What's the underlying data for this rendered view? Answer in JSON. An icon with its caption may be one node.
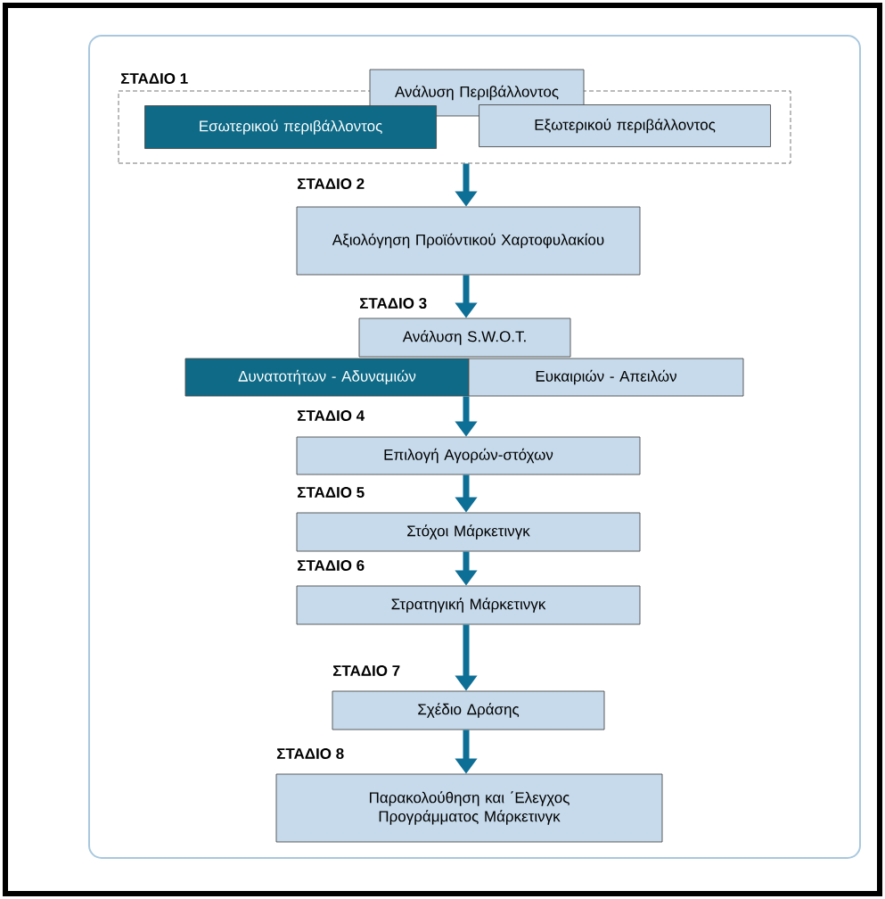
{
  "diagram": {
    "nodes": [
      {
        "text": [
          "Ανάλυση Περιβάλλοντος"
        ]
      },
      {
        "text": [],
        "shape": "box",
        "beside": [
          "ΣΤΑΔΙΟ 1"
        ]
      },
      {
        "text": [
          "Εσωτερικού περιβάλλοντος"
        ],
        "in": 1
      },
      {
        "text": [
          "Εξωτερικού περιβάλλοντος"
        ],
        "in": 1
      },
      {
        "text": [
          "Αξιολόγηση Προϊόντικού Χαρτοφυλακίου"
        ],
        "beside": [
          "ΣΤΑΔΙΟ 2"
        ]
      },
      {
        "text": [
          "Ανάλυση S.W.O.T."
        ],
        "beside": [
          "ΣΤΑΔΙΟ 3"
        ]
      },
      {
        "text": [
          "Δυνατοτήτων - Αδυναμιών"
        ]
      },
      {
        "text": [
          "Ευκαιριών - Απειλών"
        ]
      },
      {
        "text": [
          "Επιλογή Αγορών-στόχων"
        ],
        "beside": [
          "ΣΤΑΔΙΟ 4"
        ]
      },
      {
        "text": [
          "Στόχοι Μάρκετινγκ"
        ],
        "beside": [
          "ΣΤΑΔΙΟ 5"
        ]
      },
      {
        "text": [
          "Στρατηγική Μάρκετινγκ"
        ],
        "beside": [
          "ΣΤΑΔΙΟ 6"
        ]
      },
      {
        "text": [
          "Σχέδιο Δράσης"
        ],
        "beside": [
          "ΣΤΑΔΙΟ 7"
        ]
      },
      {
        "text": [
          "Παρακολούθηση και ΄Ελεγχος Προγράμματος Μάρκετινγκ"
        ],
        "beside": [
          "ΣΤΑΔΙΟ 8"
        ]
      }
    ],
    "edges": [
      {
        "from": 1,
        "to": 4,
        "arrow": "to"
      },
      {
        "from": 4,
        "to": 5,
        "arrow": "to"
      },
      {
        "from": 6,
        "to": 8,
        "arrow": "to"
      },
      {
        "from": 8,
        "to": 9,
        "arrow": "to"
      },
      {
        "from": 9,
        "to": 10,
        "arrow": "to"
      },
      {
        "from": 10,
        "to": 11,
        "arrow": "to"
      },
      {
        "from": 11,
        "to": 12,
        "arrow": "to"
      }
    ]
  }
}
